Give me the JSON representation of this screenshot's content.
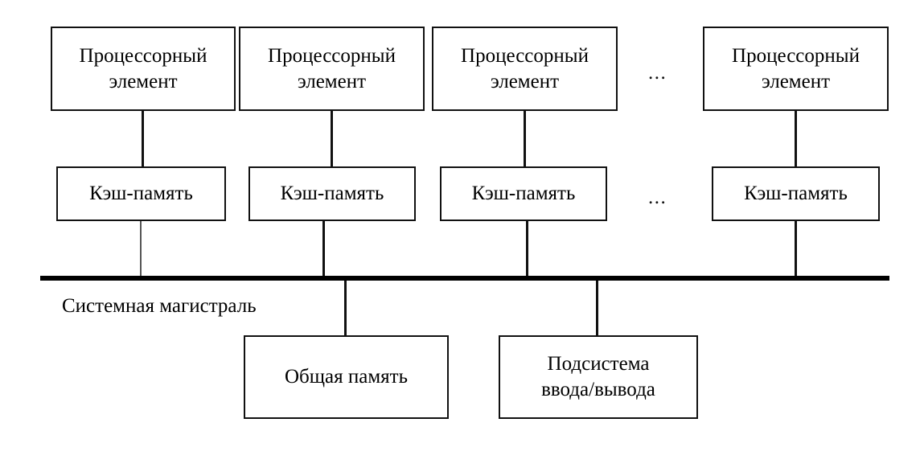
{
  "diagram": {
    "title_text": "",
    "bus_label": "Системная магистраль",
    "ellipsis": "...",
    "colors": {
      "stroke": "#111111",
      "bus": "#000000",
      "background": "#ffffff",
      "text": "#000000",
      "faint_connector": "#555555"
    },
    "processor_elements": [
      {
        "line1": "Процессорный",
        "line2": "элемент"
      },
      {
        "line1": "Процессорный",
        "line2": "элемент"
      },
      {
        "line1": "Процессорный",
        "line2": "элемент"
      },
      {
        "line1": "Процессорный",
        "line2": "элемент"
      }
    ],
    "caches": [
      {
        "label": "Кэш-память"
      },
      {
        "label": "Кэш-память"
      },
      {
        "label": "Кэш-память"
      },
      {
        "label": "Кэш-память"
      }
    ],
    "bottom_nodes": [
      {
        "line1": "Общая память",
        "line2": ""
      },
      {
        "line1": "Подсистема",
        "line2": "ввода/вывода"
      }
    ],
    "ellipsis_row_pe": "...",
    "ellipsis_row_cache": "..."
  }
}
